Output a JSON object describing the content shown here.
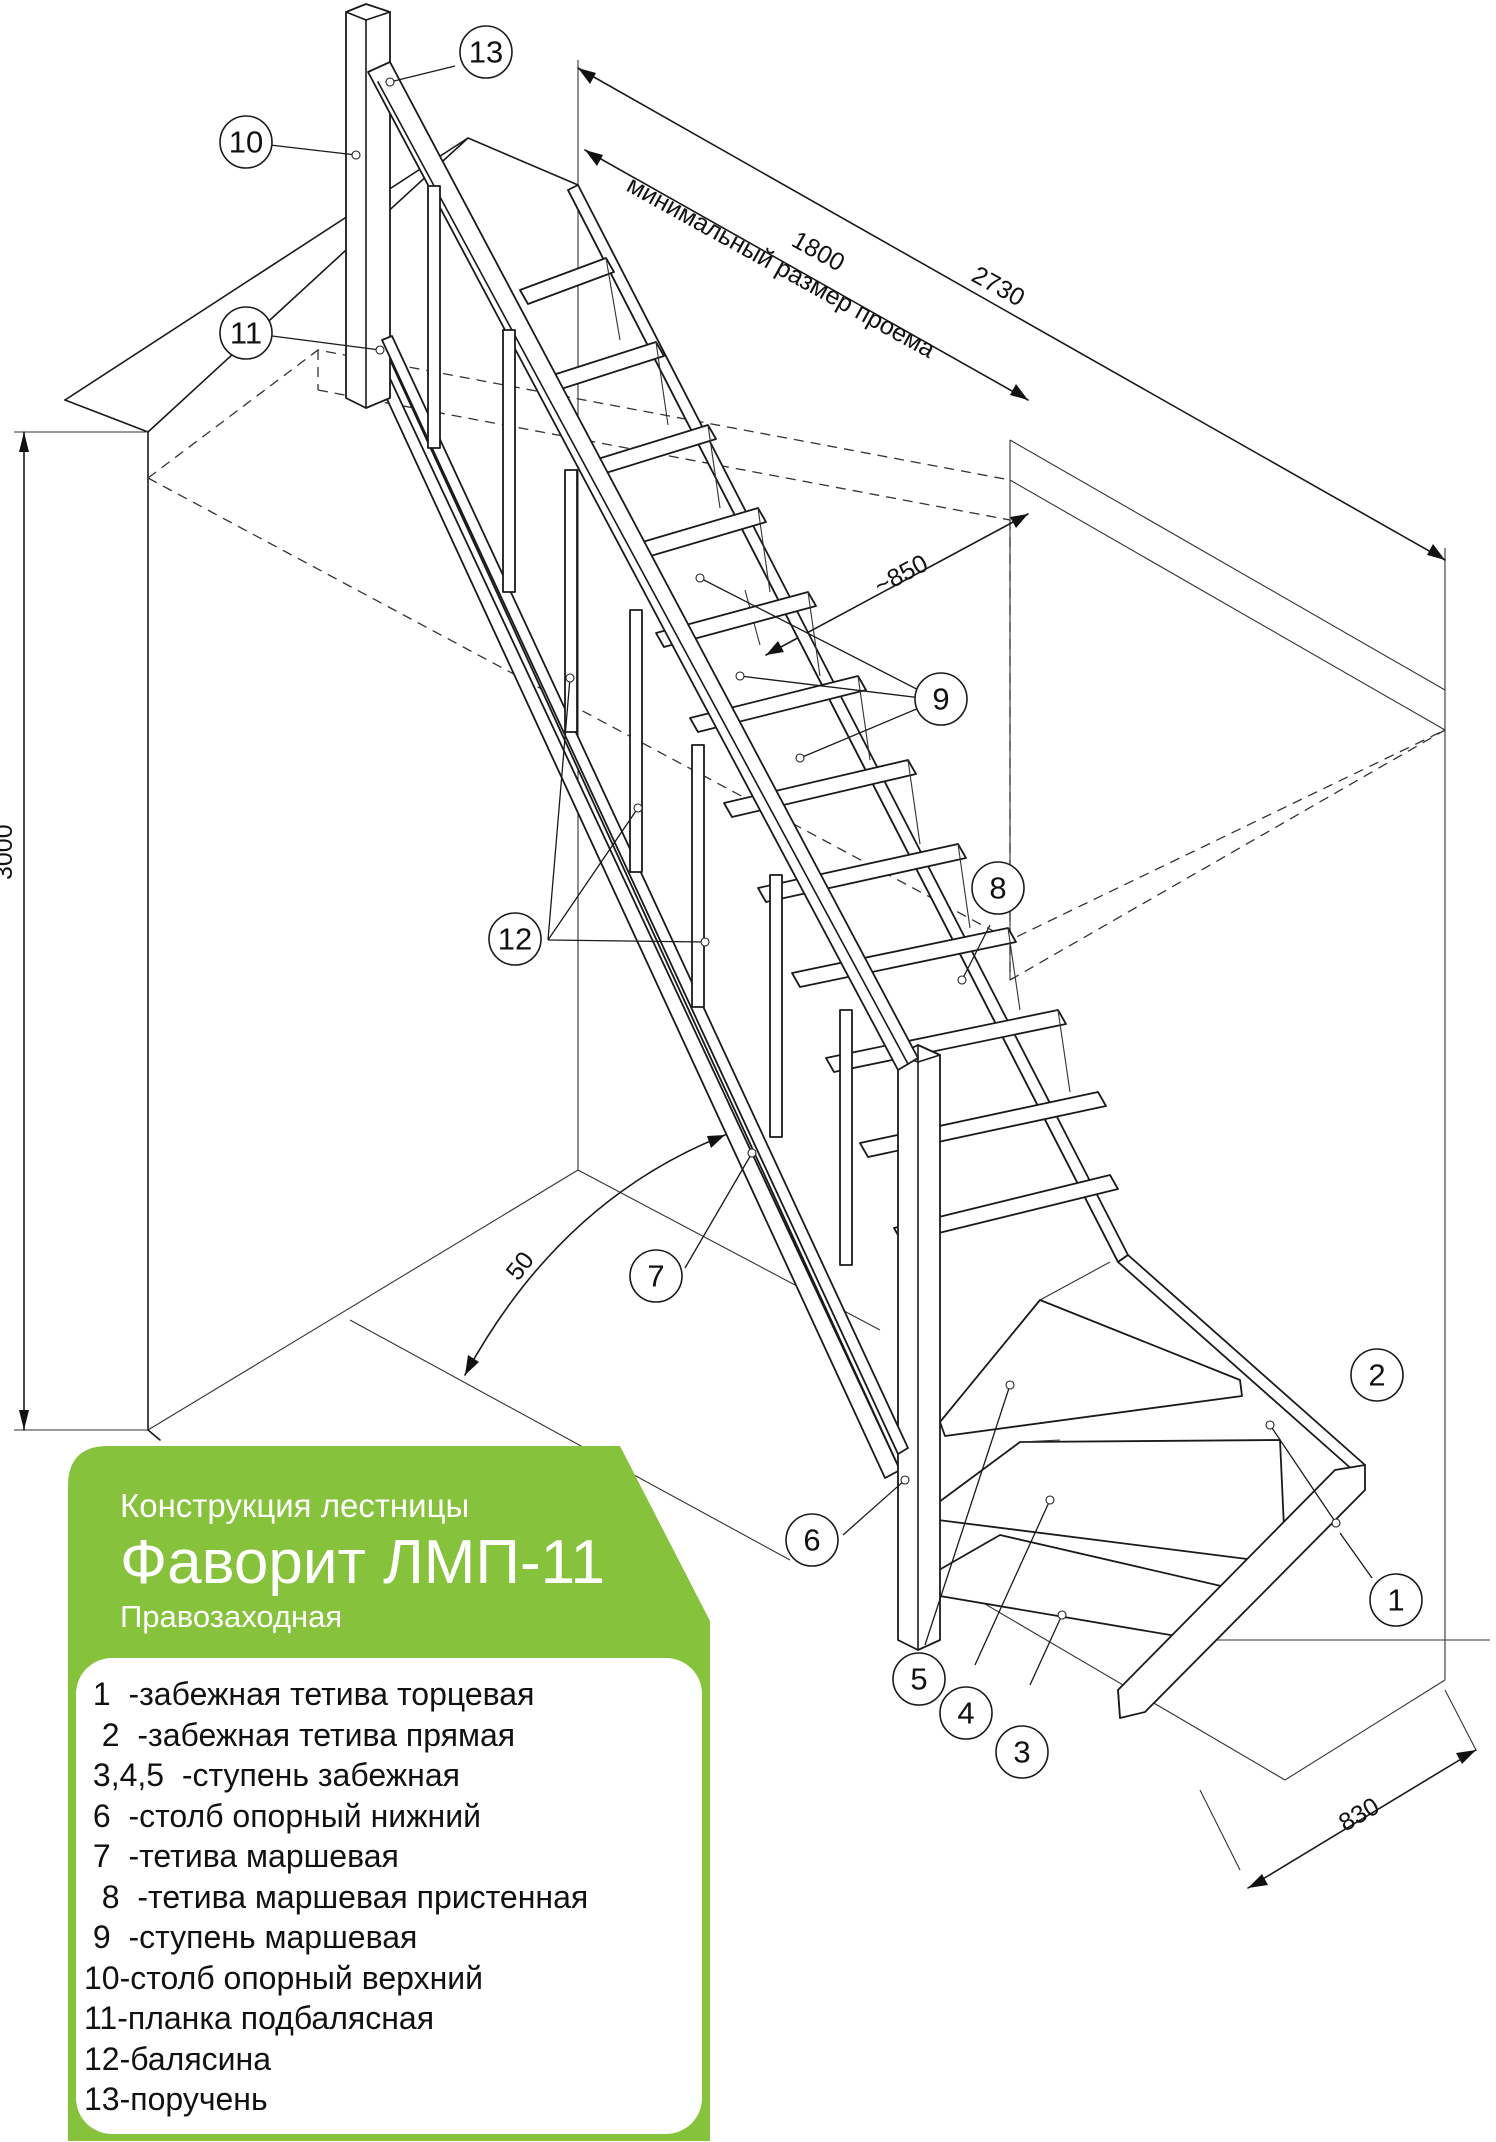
{
  "legend": {
    "header_color": "#86c23c",
    "subtitle_top": "Конструкция лестницы",
    "title": "Фаворит ЛМП-11",
    "subtitle_bottom": "Правозаходная",
    "items": [
      " 1  -забежная тетива торцевая",
      "  2  -забежная тетива прямая",
      " 3,4,5  -ступень забежная",
      " 6  -столб опорный нижний",
      " 7  -тетива маршевая",
      "  8  -тетива маршевая пристенная",
      " 9  -ступень маршевая",
      "10-столб опорный верхний",
      "11-планка подбалясная",
      "12-балясина",
      "13-поручень"
    ]
  },
  "dimensions": {
    "height": "3000",
    "length_total": "2730",
    "opening_length": "1800",
    "opening_caption": "минимальный размер проема",
    "opening_width": "~850",
    "width": "830",
    "angle": "50"
  },
  "callouts": [
    "1",
    "2",
    "3",
    "4",
    "5",
    "6",
    "7",
    "8",
    "9",
    "10",
    "11",
    "12",
    "13"
  ]
}
